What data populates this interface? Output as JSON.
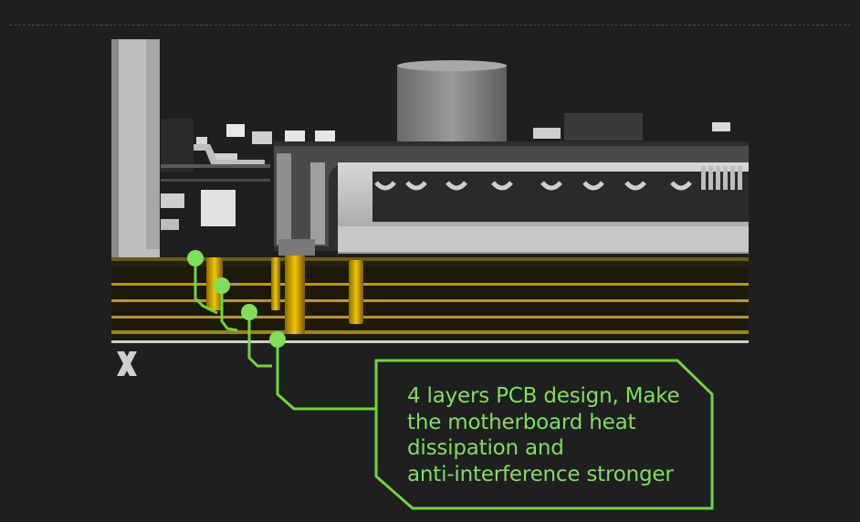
{
  "callout": {
    "lines": [
      "4 layers PCB design, Make",
      "the motherboard heat",
      "dissipation and",
      "anti-interference stronger"
    ]
  },
  "colors": {
    "background": "#1f1f1f",
    "accent": "#7ee05a",
    "pcb_gold": "#b89a1a"
  }
}
